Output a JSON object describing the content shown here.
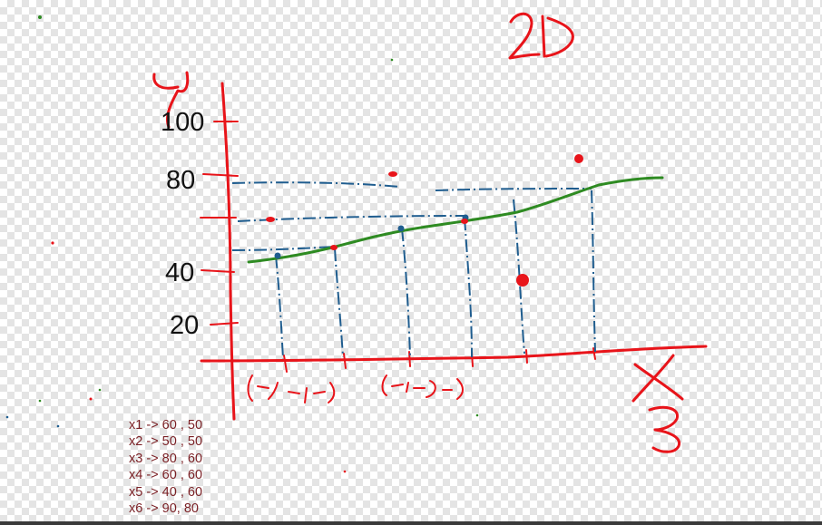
{
  "y_axis": {
    "ticks": [
      {
        "label": "100",
        "value": 100
      },
      {
        "label": "80",
        "value": 80
      },
      {
        "label": "40",
        "value": 40
      },
      {
        "label": "20",
        "value": 20
      }
    ]
  },
  "notes": [
    {
      "text": "x1 -> 60 , 50",
      "point": [
        60,
        50
      ]
    },
    {
      "text": "x2 -> 50 , 50",
      "point": [
        50,
        50
      ]
    },
    {
      "text": "x3 -> 80 , 60",
      "point": [
        80,
        60
      ]
    },
    {
      "text": "x4 -> 60 , 60",
      "point": [
        60,
        60
      ]
    },
    {
      "text": "x5 -> 40 , 60",
      "point": [
        40,
        60
      ]
    },
    {
      "text": "x6 -> 90, 80",
      "point": [
        90,
        80
      ]
    }
  ],
  "colors": {
    "axis_ink": "#e8141a",
    "guide_ink": "#1f5d8f",
    "curve_ink": "#2e8b22",
    "note_text": "#7a1f24"
  }
}
